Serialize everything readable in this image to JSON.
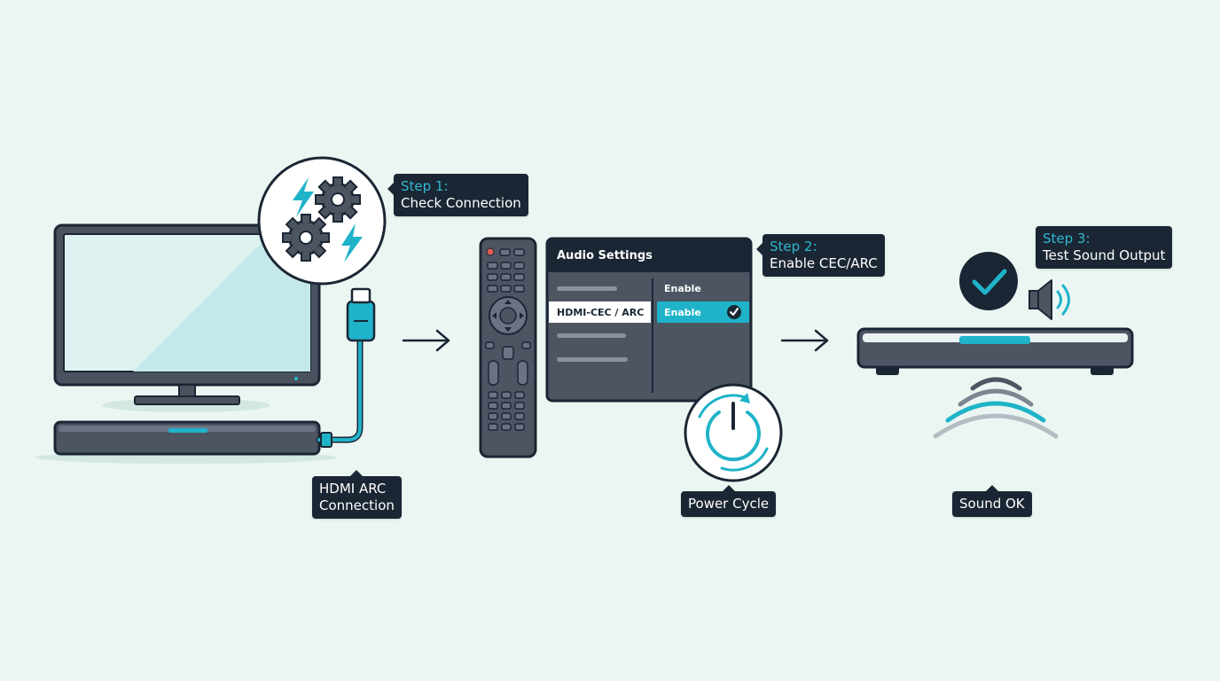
{
  "callouts": {
    "step1": {
      "step": "Step 1:",
      "text": "Check Connection"
    },
    "step2": {
      "step": "Step 2:",
      "text": "Enable CEC/ARC"
    },
    "step3": {
      "step": "Step 3:",
      "text": "Test Sound Output"
    },
    "hdmi_arc": {
      "line1": "HDMI ARC",
      "line2": "Connection"
    },
    "power_cycle": {
      "text": "Power Cycle"
    },
    "sound_ok": {
      "text": "Sound OK"
    }
  },
  "audio_menu": {
    "title": "Audio Settings",
    "selected_item": "HDMI-CEC / ARC",
    "options": [
      "Enable",
      "Enable"
    ]
  },
  "colors": {
    "background": "#ebf6f3",
    "dark": "#1b2634",
    "accent": "#1fb3c9",
    "device": "#4d5563"
  }
}
